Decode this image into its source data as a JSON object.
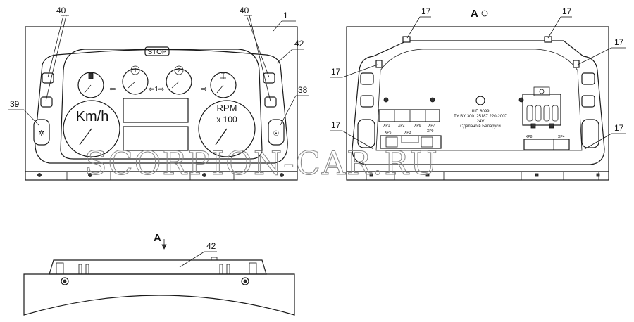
{
  "callouts": {
    "c40_left": "40",
    "c40_right": "40",
    "c1": "1",
    "c42_front": "42",
    "c39": "39",
    "c38": "38",
    "c17_tl": "17",
    "c17_tr": "17",
    "c17_ml": "17",
    "c17_mr": "17",
    "c17_bl": "17",
    "c17_br": "17",
    "c42_bottom": "42"
  },
  "front_panel": {
    "stop_label": "STOP",
    "speed_label": "Km/h",
    "rpm_label": "RPM",
    "rpm_scale": "x 100",
    "gauge1_num": "1",
    "gauge2_num": "2",
    "arrow_mid": "⇦1⇨"
  },
  "view_labels": {
    "view_a_top": "A",
    "view_a_bottom": "A"
  },
  "rear_panel": {
    "plate_line1": "ЩП 8099",
    "plate_line2": "ТУ BY 300125187.220-2007",
    "plate_line3": "24V",
    "plate_line4": "Сделано в Беларуси",
    "connectors": [
      "XP1",
      "XP2",
      "XP6",
      "XP7",
      "XP5",
      "XP3",
      "XP9",
      "XP8",
      "XP4"
    ]
  },
  "watermark": "SCORPION-CAR.RU"
}
